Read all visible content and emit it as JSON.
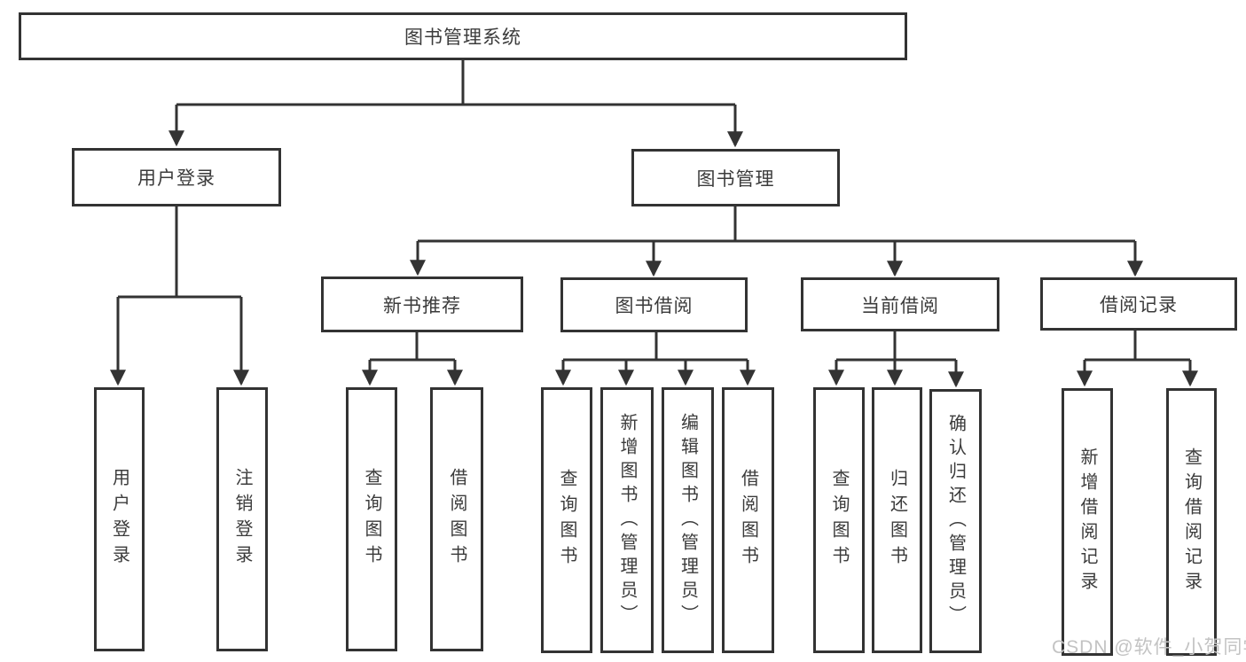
{
  "tree": {
    "root": {
      "label": "图书管理系统"
    },
    "children": [
      {
        "label": "用户登录",
        "children": [
          {
            "label": "用户登录"
          },
          {
            "label": "注销登录"
          }
        ]
      },
      {
        "label": "图书管理",
        "children": [
          {
            "label": "新书推荐",
            "children": [
              {
                "label": "查询图书"
              },
              {
                "label": "借阅图书"
              }
            ]
          },
          {
            "label": "图书借阅",
            "children": [
              {
                "label": "查询图书"
              },
              {
                "label": "新增图书（管理员）"
              },
              {
                "label": "编辑图书（管理员）"
              },
              {
                "label": "借阅图书"
              }
            ]
          },
          {
            "label": "当前借阅",
            "children": [
              {
                "label": "查询图书"
              },
              {
                "label": "归还图书"
              },
              {
                "label": "确认归还（管理员）"
              }
            ]
          },
          {
            "label": "借阅记录",
            "children": [
              {
                "label": "新增借阅记录"
              },
              {
                "label": "查询借阅记录"
              }
            ]
          }
        ]
      }
    ]
  },
  "watermark": {
    "text": "CSDN @软件_小贺同学"
  },
  "colors": {
    "line": "#333333",
    "text": "#3b3b3b",
    "watermark": "#c3c3c3",
    "background": "#ffffff"
  }
}
